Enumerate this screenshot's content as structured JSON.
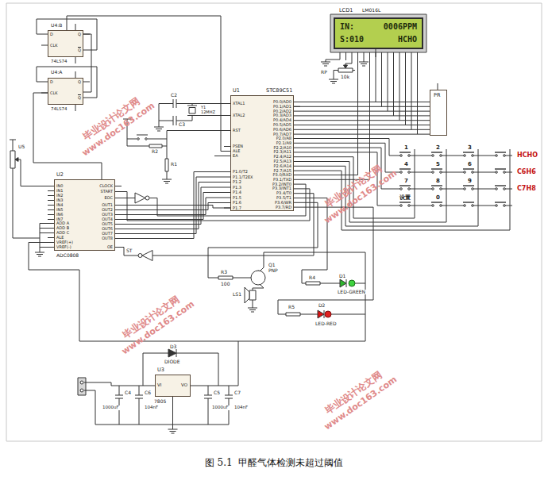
{
  "diagram": {
    "caption": "图 5.1  甲醛气体检测未超过阈值",
    "nodes": [
      {
        "text": [
          "U4:B",
          "74LS74"
        ]
      },
      {
        "text": [
          "U4:A",
          "74LS74"
        ]
      },
      {
        "text": [
          "LCD1",
          "LM016L",
          "IN:",
          "0006PPM",
          "S:010",
          "HCHO"
        ]
      },
      {
        "text": [
          "U1",
          "STC89C51"
        ]
      },
      {
        "text": [
          "PR"
        ]
      },
      {
        "text": [
          "U2",
          "ADC0808"
        ]
      },
      {
        "text": [
          "U3",
          "7805"
        ]
      }
    ],
    "edges": [
      {
        "from": 3,
        "to": 2,
        "arrow": "none"
      },
      {
        "from": 3,
        "to": 4,
        "arrow": "none"
      },
      {
        "from": 5,
        "to": 3,
        "arrow": "none"
      },
      {
        "from": 0,
        "to": 1,
        "arrow": "none"
      },
      {
        "from": 1,
        "to": 5,
        "arrow": "none"
      },
      {
        "from": 3,
        "to": 0,
        "arrow": "none"
      }
    ],
    "labels": [
      "D",
      "CLK",
      "Q",
      "Q",
      "D",
      "CLK",
      "Q",
      "Q",
      "XTAL1",
      "XTAL2",
      "RST",
      "PSEN",
      "ALE",
      "EA",
      "P1.0/T2",
      "P1.1/T2EX",
      "P1.2",
      "P1.3",
      "P1.4",
      "P1.5",
      "P1.6",
      "P1.7",
      "P0.0/AD0",
      "P0.1/AD1",
      "P0.2/AD2",
      "P0.3/AD3",
      "P0.4/AD4",
      "P0.5/AD5",
      "P0.6/AD6",
      "P0.7/AD7",
      "P2.0/A8",
      "P2.1/A9",
      "P2.2/A10",
      "P2.3/A11",
      "P2.4/A12",
      "P2.5/A13",
      "P2.6/A14",
      "P2.7/A15",
      "P3.0/RXD",
      "P3.1/TXD",
      "P3.2/INT0",
      "P3.3/INT1",
      "P3.4/T0",
      "P3.5/T1",
      "P3.6/WR",
      "P3.7/RD",
      "IN0",
      "IN1",
      "IN2",
      "IN3",
      "IN4",
      "IN5",
      "IN6",
      "IN7",
      "ADD A",
      "ADD B",
      "ADD C",
      "ALE",
      "VREF(+)",
      "VREF(-)",
      "CLOCK",
      "START",
      "EOC",
      "OUT1",
      "OUT2",
      "OUT3",
      "OUT4",
      "OUT5",
      "OUT6",
      "OUT7",
      "OUT8",
      "OE",
      "C2",
      "C3",
      "Y1",
      "12MHZ",
      "R1",
      "R2",
      "U5",
      "RP",
      "10k",
      "R3",
      "100",
      "Q1",
      "PNP",
      "LS1",
      "R4",
      "D1",
      "LED-GREEN",
      "R5",
      "D2",
      "LED-RED",
      "D3",
      "DIODE",
      "VI",
      "VO",
      "C4",
      "1000uF",
      "C6",
      "104nF",
      "C5",
      "1000uF",
      "C7",
      "104nF",
      "ST",
      "1",
      "2",
      "3",
      "4",
      "5",
      "6",
      "7",
      "8",
      "9",
      "设置",
      "0",
      "HCHO",
      "C6H6",
      "C7H8",
      "毕业设计论文网",
      "www.doc163.com",
      "毕业设计论文网",
      "www.doc163.com",
      "毕业设计论文网",
      "www.doc163.com",
      "毕业设计论文网",
      "www.doc163.com"
    ]
  }
}
